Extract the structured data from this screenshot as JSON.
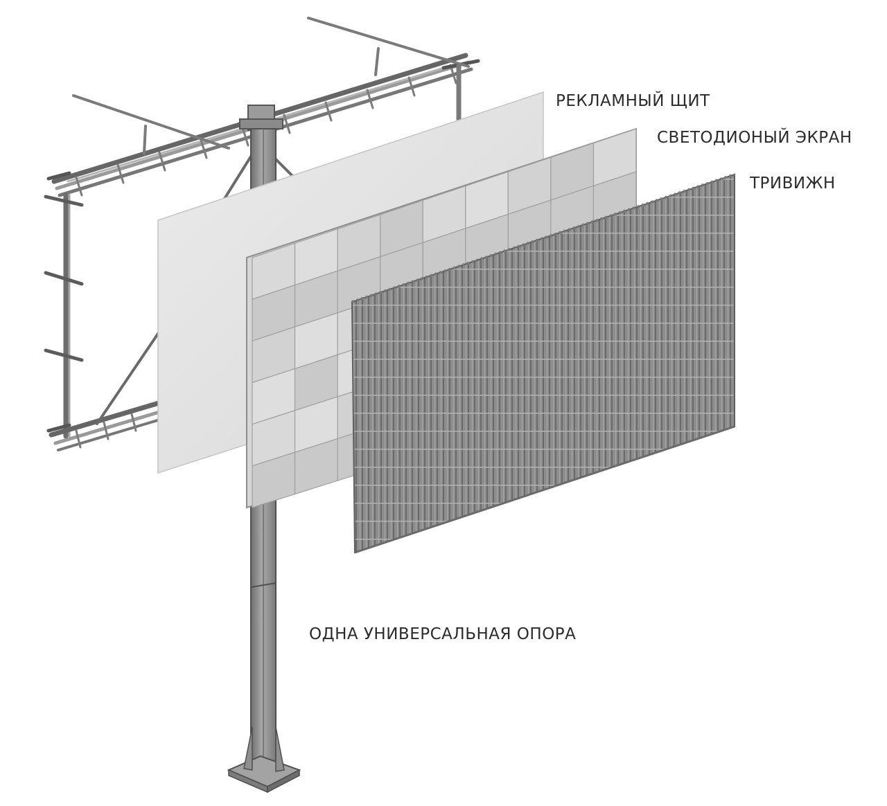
{
  "labels": {
    "billboard": "РЕКЛАМНЫЙ ЩИТ",
    "led_screen": "СВЕТОДИОНЫЙ ЭКРАН",
    "trivision": "ТРИВИЖН",
    "support": "ОДНА УНИВЕРСАЛЬНАЯ ОПОРА"
  },
  "colors": {
    "background": "#ffffff",
    "metal": "#8c8c8c",
    "metal_dark": "#5e5e5e",
    "billboard_panel": "#e2e2e2",
    "led_tile": "#d9d9d9",
    "led_tile_alt": "#c9c9c9",
    "trivision_panel": "#8a8a8a",
    "label_text": "#2b2b2b"
  }
}
